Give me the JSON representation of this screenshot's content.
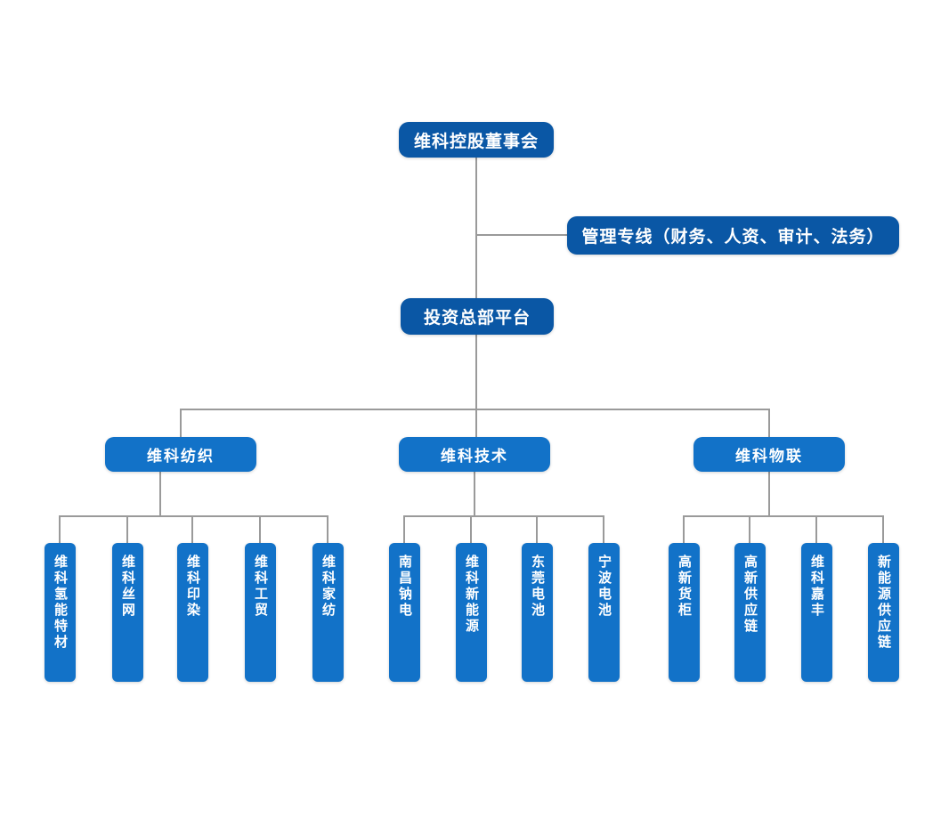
{
  "chart": {
    "type": "org-chart",
    "root": {
      "label": "维科控股董事会"
    },
    "management_line": {
      "label": "管理专线（财务、人资、审计、法务）"
    },
    "platform": {
      "label": "投资总部平台"
    },
    "branches": [
      {
        "label": "维科纺织",
        "children": [
          "维科氢能特材",
          "维科丝网",
          "维科印染",
          "维科工贸",
          "维科家纺"
        ]
      },
      {
        "label": "维科技术",
        "children": [
          "南昌钠电",
          "维科新能源",
          "东莞电池",
          "宁波电池"
        ]
      },
      {
        "label": "维科物联",
        "children": [
          "高新货柜",
          "高新供应链",
          "维科嘉丰",
          "新能源供应链"
        ]
      }
    ],
    "colors": {
      "node_dark_blue": "#0a57a5",
      "node_bright_blue": "#1272c8",
      "connector_gray": "#9a9a9a",
      "background": "#ffffff",
      "text": "#ffffff"
    }
  }
}
